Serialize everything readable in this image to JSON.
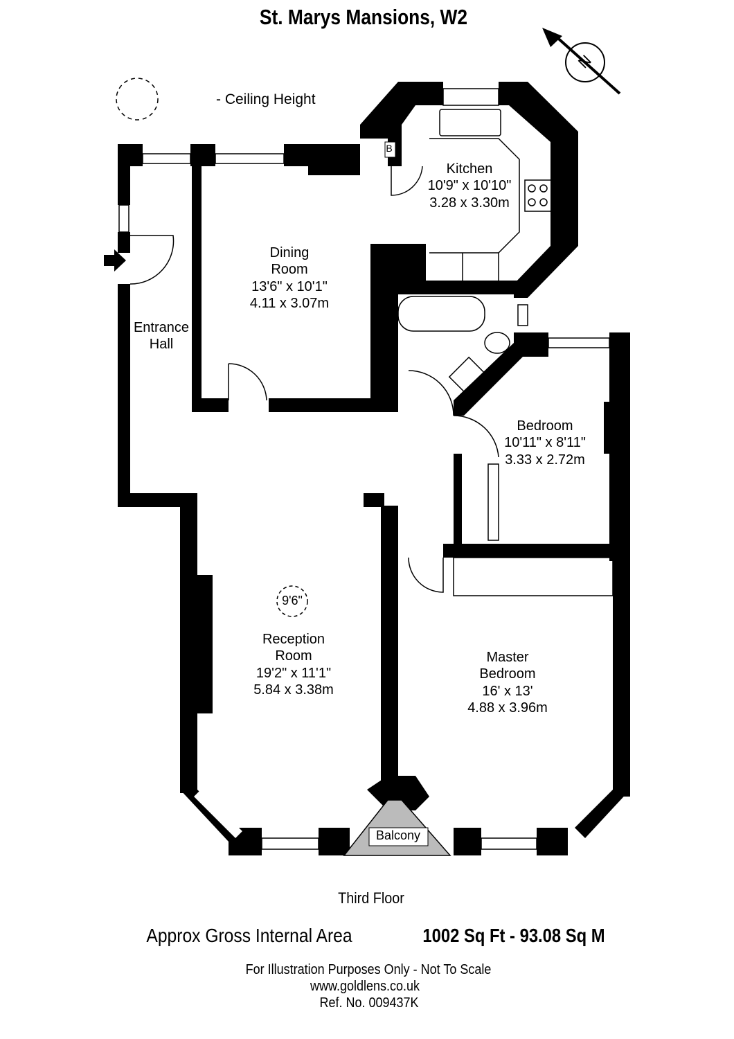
{
  "title": "St. Marys Mansions, W2",
  "legend": {
    "label": "- Ceiling Height"
  },
  "compass": {
    "label": "N"
  },
  "rooms": {
    "kitchen": {
      "name": "Kitchen",
      "imperial": "10'9\" x 10'10\"",
      "metric": "3.28 x 3.30m"
    },
    "dining": {
      "name_line1": "Dining",
      "name_line2": "Room",
      "imperial": "13'6\" x 10'1\"",
      "metric": "4.11 x 3.07m"
    },
    "entrance": {
      "name_line1": "Entrance",
      "name_line2": "Hall"
    },
    "bedroom": {
      "name": "Bedroom",
      "imperial": "10'11\" x 8'11\"",
      "metric": "3.33 x 2.72m"
    },
    "reception": {
      "name_line1": "Reception",
      "name_line2": "Room",
      "imperial": "19'2\" x 11'1\"",
      "metric": "5.84 x 3.38m",
      "ceiling_height": "9'6\""
    },
    "master": {
      "name_line1": "Master",
      "name_line2": "Bedroom",
      "imperial": "16' x 13'",
      "metric": "4.88 x 3.96m"
    },
    "balcony": {
      "name": "Balcony"
    },
    "boiler": {
      "label": "B"
    }
  },
  "floor": "Third Floor",
  "area": {
    "label": "Approx Gross Internal Area",
    "value": "1002 Sq Ft  -  93.08 Sq M"
  },
  "footer": {
    "disclaimer": "For Illustration Purposes Only - Not To Scale",
    "website": "www.goldlens.co.uk",
    "ref": "Ref. No. 009437K"
  }
}
